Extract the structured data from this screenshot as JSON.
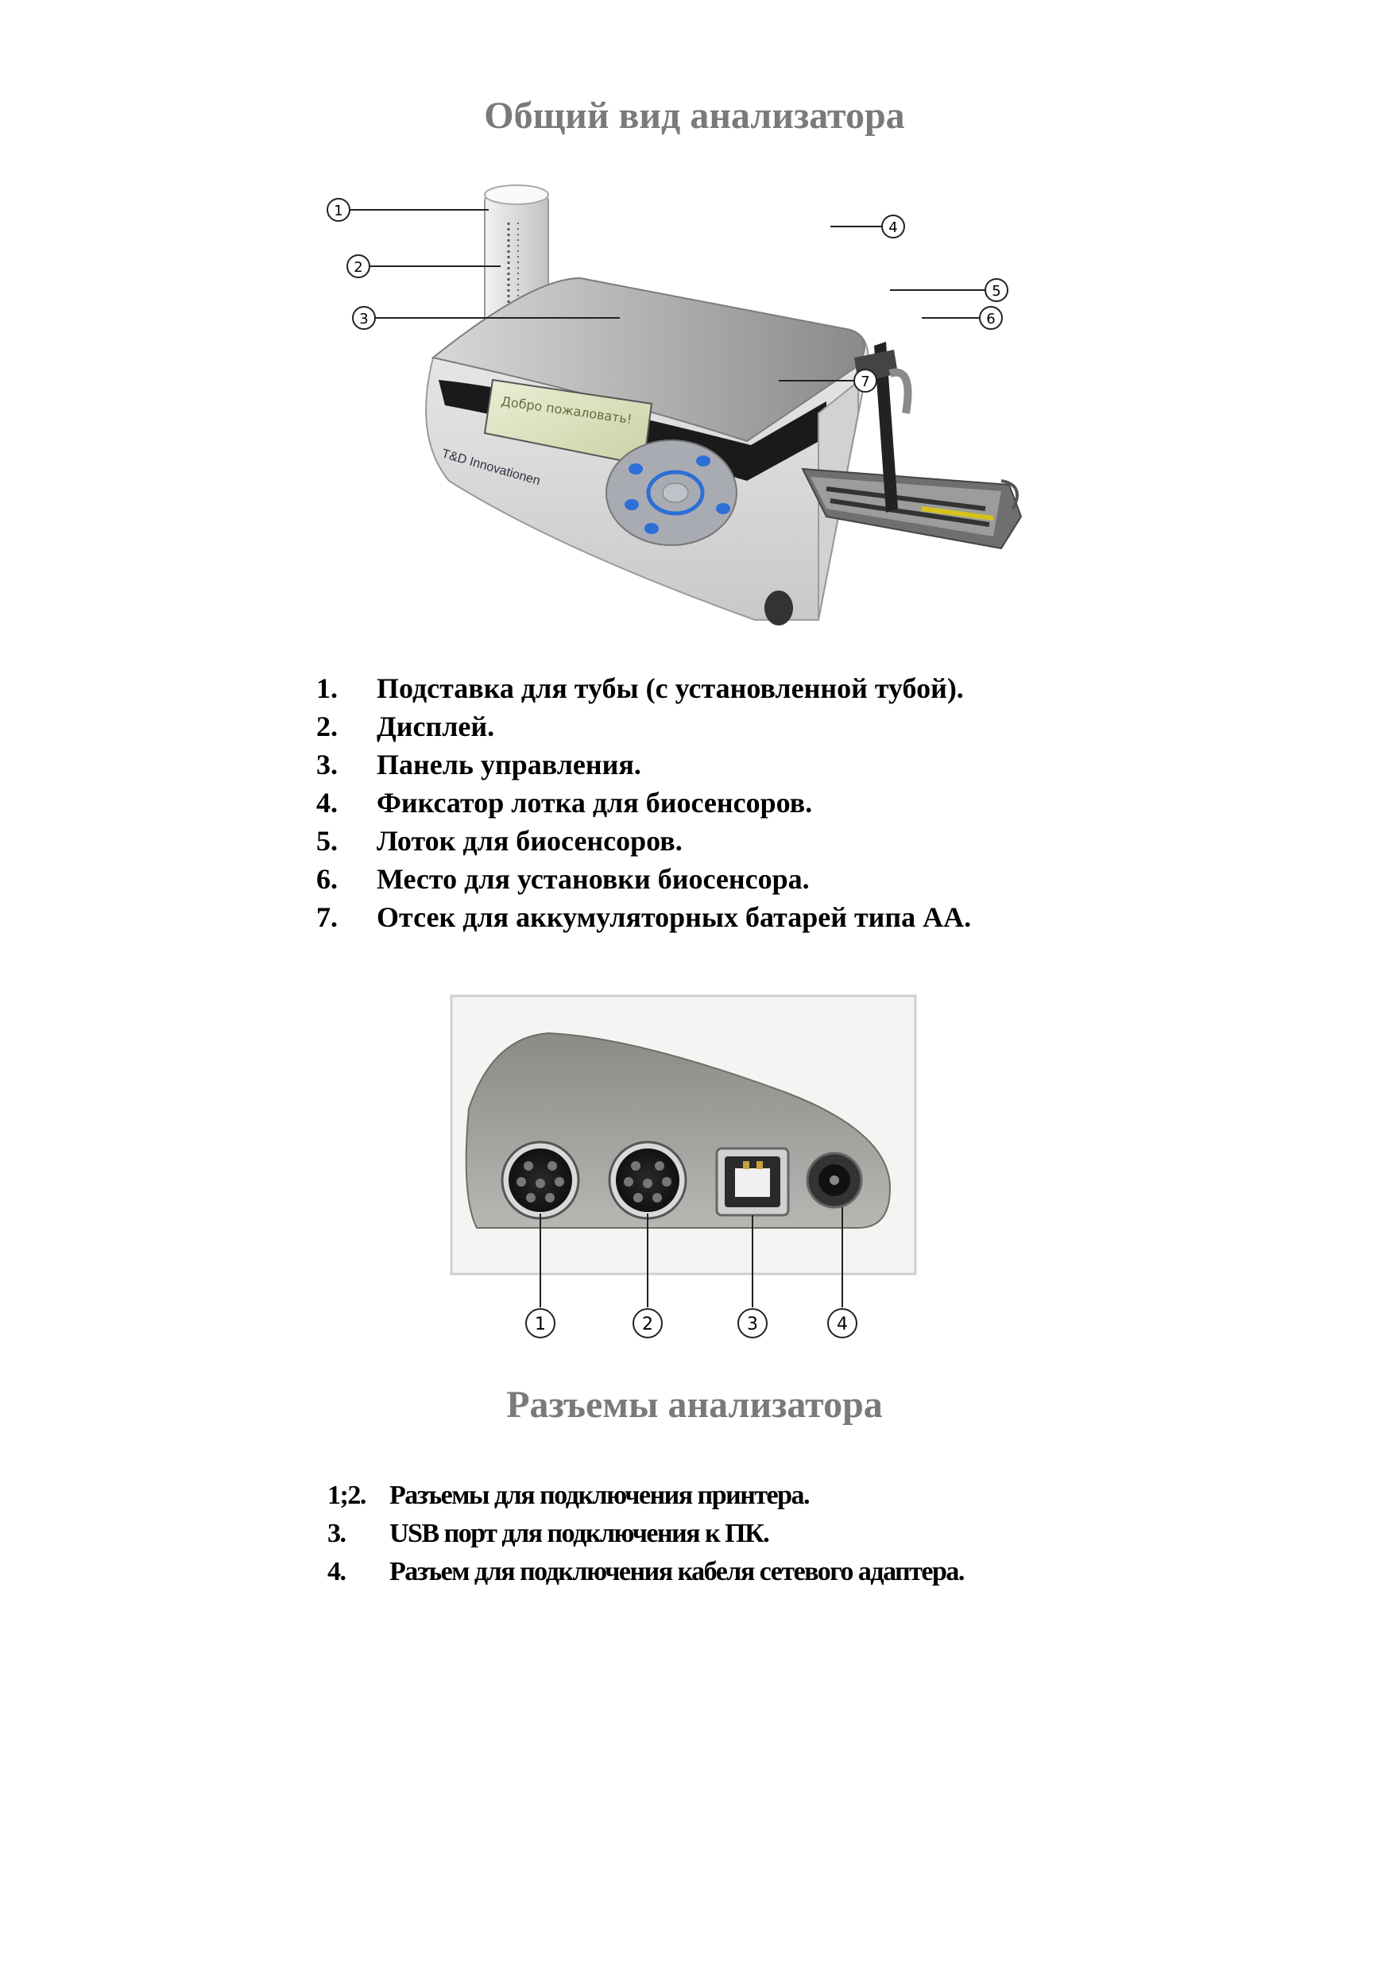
{
  "titles": {
    "general_view": "Общий вид анализатора",
    "connectors": "Разъемы анализатора"
  },
  "analyzer_figure": {
    "display_text": "Добро пожаловать!",
    "brand_text": "T&D Innovationen",
    "callouts": [
      "1",
      "2",
      "3",
      "4",
      "5",
      "6",
      "7"
    ]
  },
  "parts_list": [
    {
      "num": "1.",
      "text": "Подставка для тубы (с установленной тубой)."
    },
    {
      "num": "2.",
      "text": "Дисплей."
    },
    {
      "num": "3.",
      "text": "Панель управления."
    },
    {
      "num": "4.",
      "text": "Фиксатор лотка для биосенсоров."
    },
    {
      "num": "5.",
      "text": "Лоток для биосенсоров."
    },
    {
      "num": "6.",
      "text": "Место для установки биосенсора."
    },
    {
      "num": "7.",
      "text": "Отсек для аккумуляторных батарей типа АА."
    }
  ],
  "connectors_figure": {
    "callouts": [
      "1",
      "2",
      "3",
      "4"
    ]
  },
  "connectors_list": [
    {
      "num": "1;2.",
      "text": "Разъемы для подключения принтера."
    },
    {
      "num": "3.",
      "text": "USB порт для подключения к ПК."
    },
    {
      "num": "4.",
      "text": "Разъем для подключения кабеля сетевого адаптера."
    }
  ]
}
